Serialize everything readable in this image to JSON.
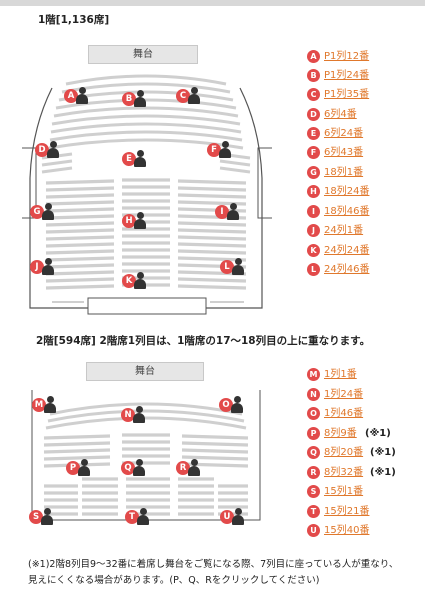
{
  "floor1": {
    "title": "1階[1,136席]",
    "stage_label": "舞台",
    "seats": [
      {
        "id": "A"
      },
      {
        "id": "B"
      },
      {
        "id": "C"
      },
      {
        "id": "D"
      },
      {
        "id": "E"
      },
      {
        "id": "F"
      },
      {
        "id": "G"
      },
      {
        "id": "H"
      },
      {
        "id": "I"
      },
      {
        "id": "J"
      },
      {
        "id": "K"
      },
      {
        "id": "L"
      }
    ],
    "legend": [
      {
        "id": "A",
        "label": "P1列12番"
      },
      {
        "id": "B",
        "label": "P1列24番"
      },
      {
        "id": "C",
        "label": "P1列35番"
      },
      {
        "id": "D",
        "label": "6列4番"
      },
      {
        "id": "E",
        "label": "6列24番"
      },
      {
        "id": "F",
        "label": "6列43番"
      },
      {
        "id": "G",
        "label": "18列1番"
      },
      {
        "id": "H",
        "label": "18列24番"
      },
      {
        "id": "I",
        "label": "18列46番"
      },
      {
        "id": "J",
        "label": "24列1番"
      },
      {
        "id": "K",
        "label": "24列24番"
      },
      {
        "id": "L",
        "label": "24列46番"
      }
    ]
  },
  "floor2": {
    "title": "2階[594席] 2階席1列目は、1階席の17～18列目の上に重なります。",
    "stage_label": "舞台",
    "seats": [
      {
        "id": "M"
      },
      {
        "id": "N"
      },
      {
        "id": "O"
      },
      {
        "id": "P"
      },
      {
        "id": "Q"
      },
      {
        "id": "R"
      },
      {
        "id": "S"
      },
      {
        "id": "T"
      },
      {
        "id": "U"
      }
    ],
    "legend": [
      {
        "id": "M",
        "label": "1列1番",
        "note": ""
      },
      {
        "id": "N",
        "label": "1列24番",
        "note": ""
      },
      {
        "id": "O",
        "label": "1列46番",
        "note": ""
      },
      {
        "id": "P",
        "label": "8列9番",
        "note": "(※1)"
      },
      {
        "id": "Q",
        "label": "8列20番",
        "note": "(※1)"
      },
      {
        "id": "R",
        "label": "8列32番",
        "note": "(※1)"
      },
      {
        "id": "S",
        "label": "15列1番",
        "note": ""
      },
      {
        "id": "T",
        "label": "15列21番",
        "note": ""
      },
      {
        "id": "U",
        "label": "15列40番",
        "note": ""
      }
    ]
  },
  "footnote": {
    "line1": "(※1)2階8列目9～32番に着席し舞台をご覧になる際、7列目に座っている人が重なり、",
    "line2": "見えにくくなる場合があります。(P、Q、Rをクリックしてください)"
  },
  "colors": {
    "badge": "#e24a4a",
    "link": "#e0782c",
    "seat_rows": "#cfcfcf"
  }
}
